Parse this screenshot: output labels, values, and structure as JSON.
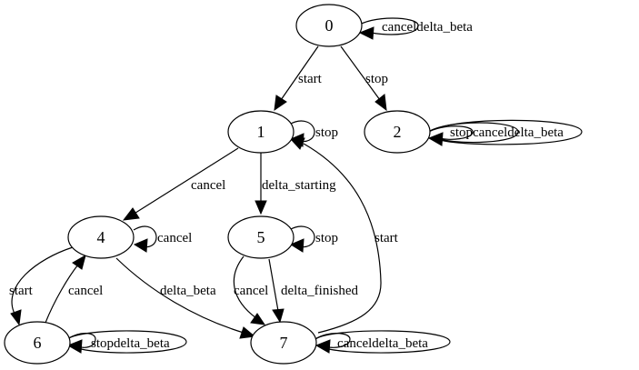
{
  "nodes": [
    {
      "id": "0",
      "label": "0"
    },
    {
      "id": "1",
      "label": "1"
    },
    {
      "id": "2",
      "label": "2"
    },
    {
      "id": "4",
      "label": "4"
    },
    {
      "id": "5",
      "label": "5"
    },
    {
      "id": "6",
      "label": "6"
    },
    {
      "id": "7",
      "label": "7"
    }
  ],
  "edges": [
    {
      "id": "e0-0",
      "from": "0",
      "to": "0",
      "label": "canceldelta_beta"
    },
    {
      "id": "e0-1",
      "from": "0",
      "to": "1",
      "label": "start"
    },
    {
      "id": "e0-2",
      "from": "0",
      "to": "2",
      "label": "stop"
    },
    {
      "id": "e1-1",
      "from": "1",
      "to": "1",
      "label": "stop"
    },
    {
      "id": "e2-2",
      "from": "2",
      "to": "2",
      "label": "stopcanceldelta_beta"
    },
    {
      "id": "e1-4",
      "from": "1",
      "to": "4",
      "label": "cancel"
    },
    {
      "id": "e1-5",
      "from": "1",
      "to": "5",
      "label": "delta_starting"
    },
    {
      "id": "e4-4",
      "from": "4",
      "to": "4",
      "label": "cancel"
    },
    {
      "id": "e5-5",
      "from": "5",
      "to": "5",
      "label": "stop"
    },
    {
      "id": "e7-1",
      "from": "7",
      "to": "1",
      "label": "start"
    },
    {
      "id": "e4-6",
      "from": "4",
      "to": "6",
      "label": "start"
    },
    {
      "id": "e6-4",
      "from": "6",
      "to": "4",
      "label": "cancel"
    },
    {
      "id": "e4-7",
      "from": "4",
      "to": "7",
      "label": "delta_beta"
    },
    {
      "id": "e5-7a",
      "from": "5",
      "to": "7",
      "label": "cancel"
    },
    {
      "id": "e5-7b",
      "from": "5",
      "to": "7",
      "label": "delta_finished"
    },
    {
      "id": "e6-6",
      "from": "6",
      "to": "6",
      "label": "stopdelta_beta"
    },
    {
      "id": "e7-7",
      "from": "7",
      "to": "7",
      "label": "canceldelta_beta"
    }
  ]
}
